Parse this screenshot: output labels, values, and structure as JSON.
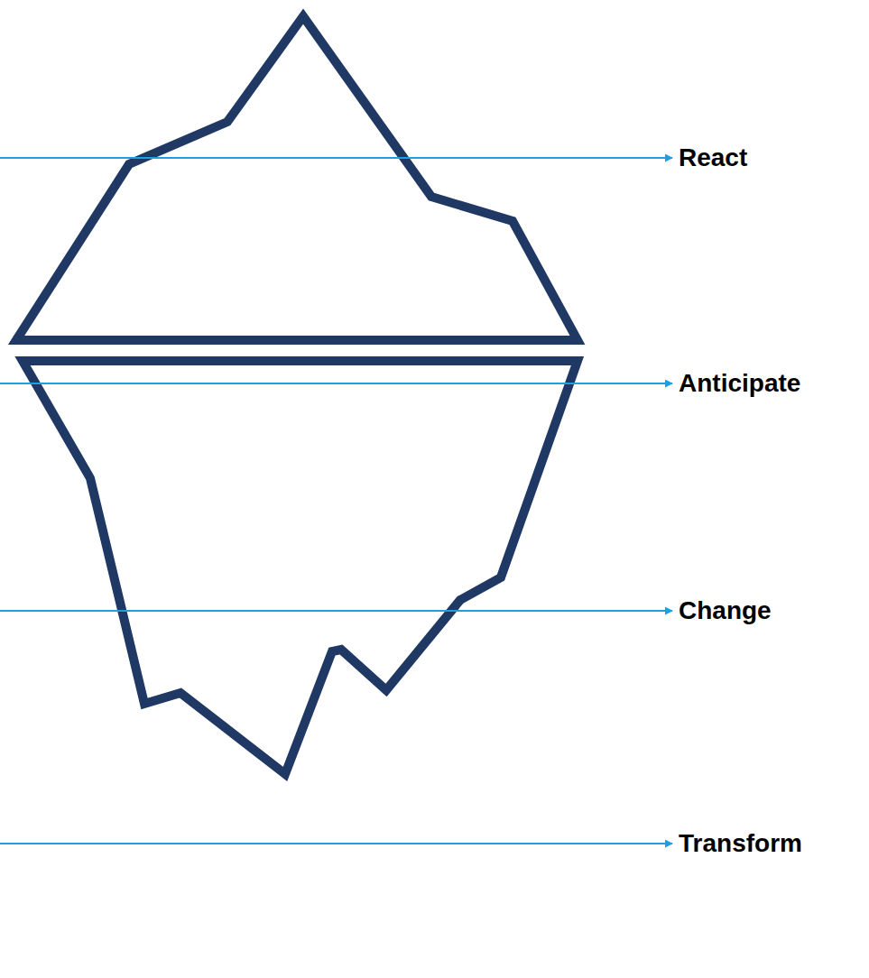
{
  "diagram": {
    "labels": [
      "React",
      "Anticipate",
      "Change",
      "Transform"
    ]
  }
}
